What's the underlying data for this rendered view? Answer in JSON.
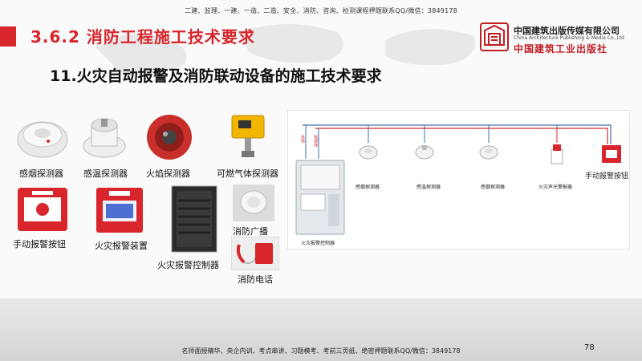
{
  "header": {
    "top_note": "二建、监理、一建、一造、二造、安全、消防、咨询、检测课程押题联系QQ/微信：3849178",
    "section_title": "3.6.2  消防工程施工技术要求",
    "sub_title": "11.火灾自动报警及消防联动设备的施工技术要求"
  },
  "publisher": {
    "name_cn": "中国建筑出版传媒有限公司",
    "name_en": "China Architecture Publishing & Media Co.,Ltd",
    "name_calligraphy": "中国建筑工业出版社"
  },
  "devices": {
    "smoke_detector": "感烟探测器",
    "heat_detector": "感温探测器",
    "flame_detector": "火焰探测器",
    "gas_detector": "可燃气体探测器",
    "manual_button": "手动报警按钮",
    "alarm_device": "火灾报警装置",
    "controller": "火灾报警控制器",
    "broadcast": "消防广播",
    "phone": "消防电话"
  },
  "diagram": {
    "wire_1": "总线",
    "wire_2": "电源线",
    "controller_label": "火灾报警控制器",
    "smoke_1": "感烟探测器",
    "heat": "感温探测器",
    "smoke_2": "感烟探测器",
    "sounder": "火灾声光警报器",
    "manual": "手动报警按钮"
  },
  "footer": {
    "note": "名师面授精华、央企内训、考点串讲、习题模考、考前三页纸、绝密押题联系QQ/微信：3849178",
    "page": "78"
  },
  "colors": {
    "accent": "#d9262c",
    "wire_blue": "#3a6fb5",
    "wire_red": "#d9262c"
  }
}
